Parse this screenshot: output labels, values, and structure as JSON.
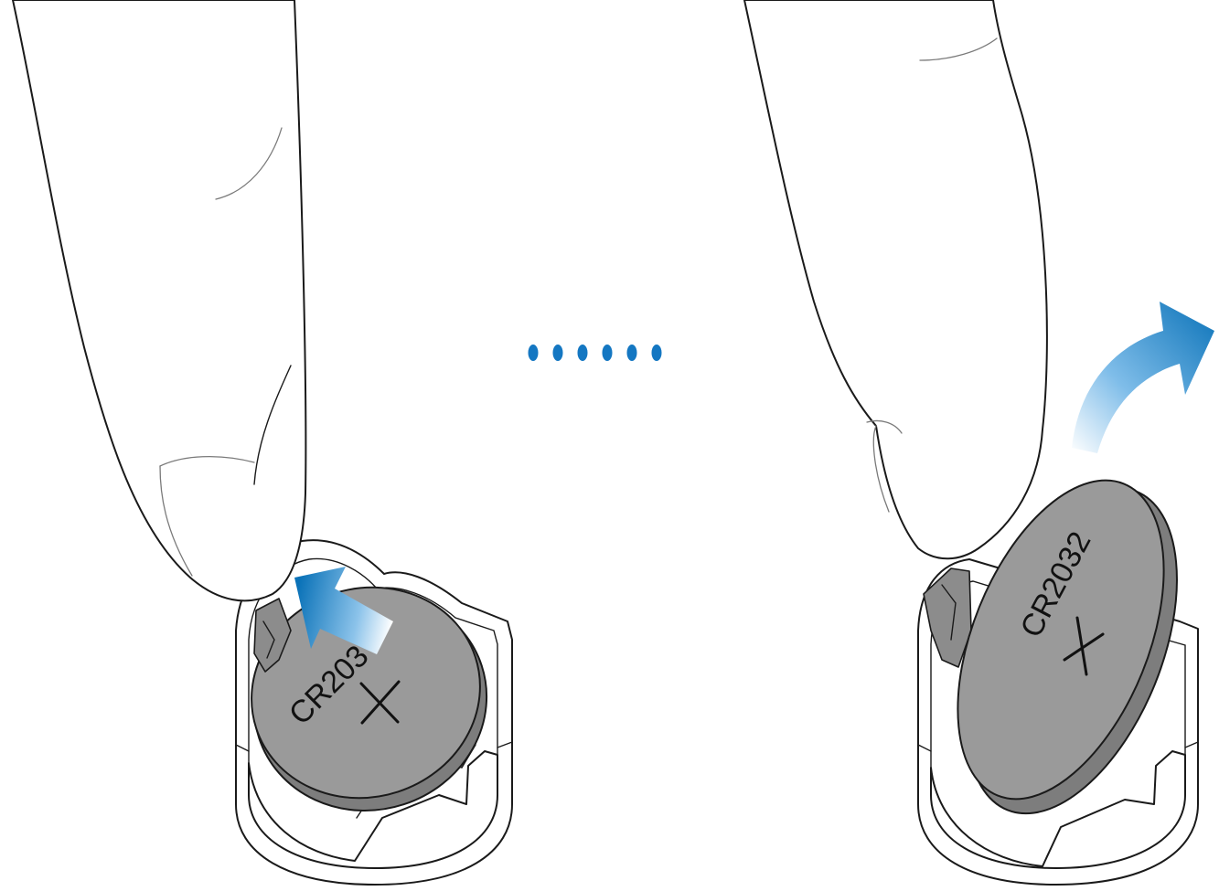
{
  "figure": {
    "steps": [
      {
        "label": "step-1-push-clip",
        "battery_text": "CR203"
      },
      {
        "label": "step-2-remove-battery",
        "battery_text": "CR2032"
      }
    ],
    "separator_dots": 6,
    "battery_polarity_symbol": "+"
  },
  "colors": {
    "arrow_blue": "#0a72b8",
    "dots_blue": "#1477c2",
    "battery_gray": "#9a9a9a",
    "outline": "#1a1a1a"
  },
  "icons": {
    "left_arrow": "arrow-push-left-icon",
    "right_arrow": "arrow-lift-up-right-icon"
  }
}
